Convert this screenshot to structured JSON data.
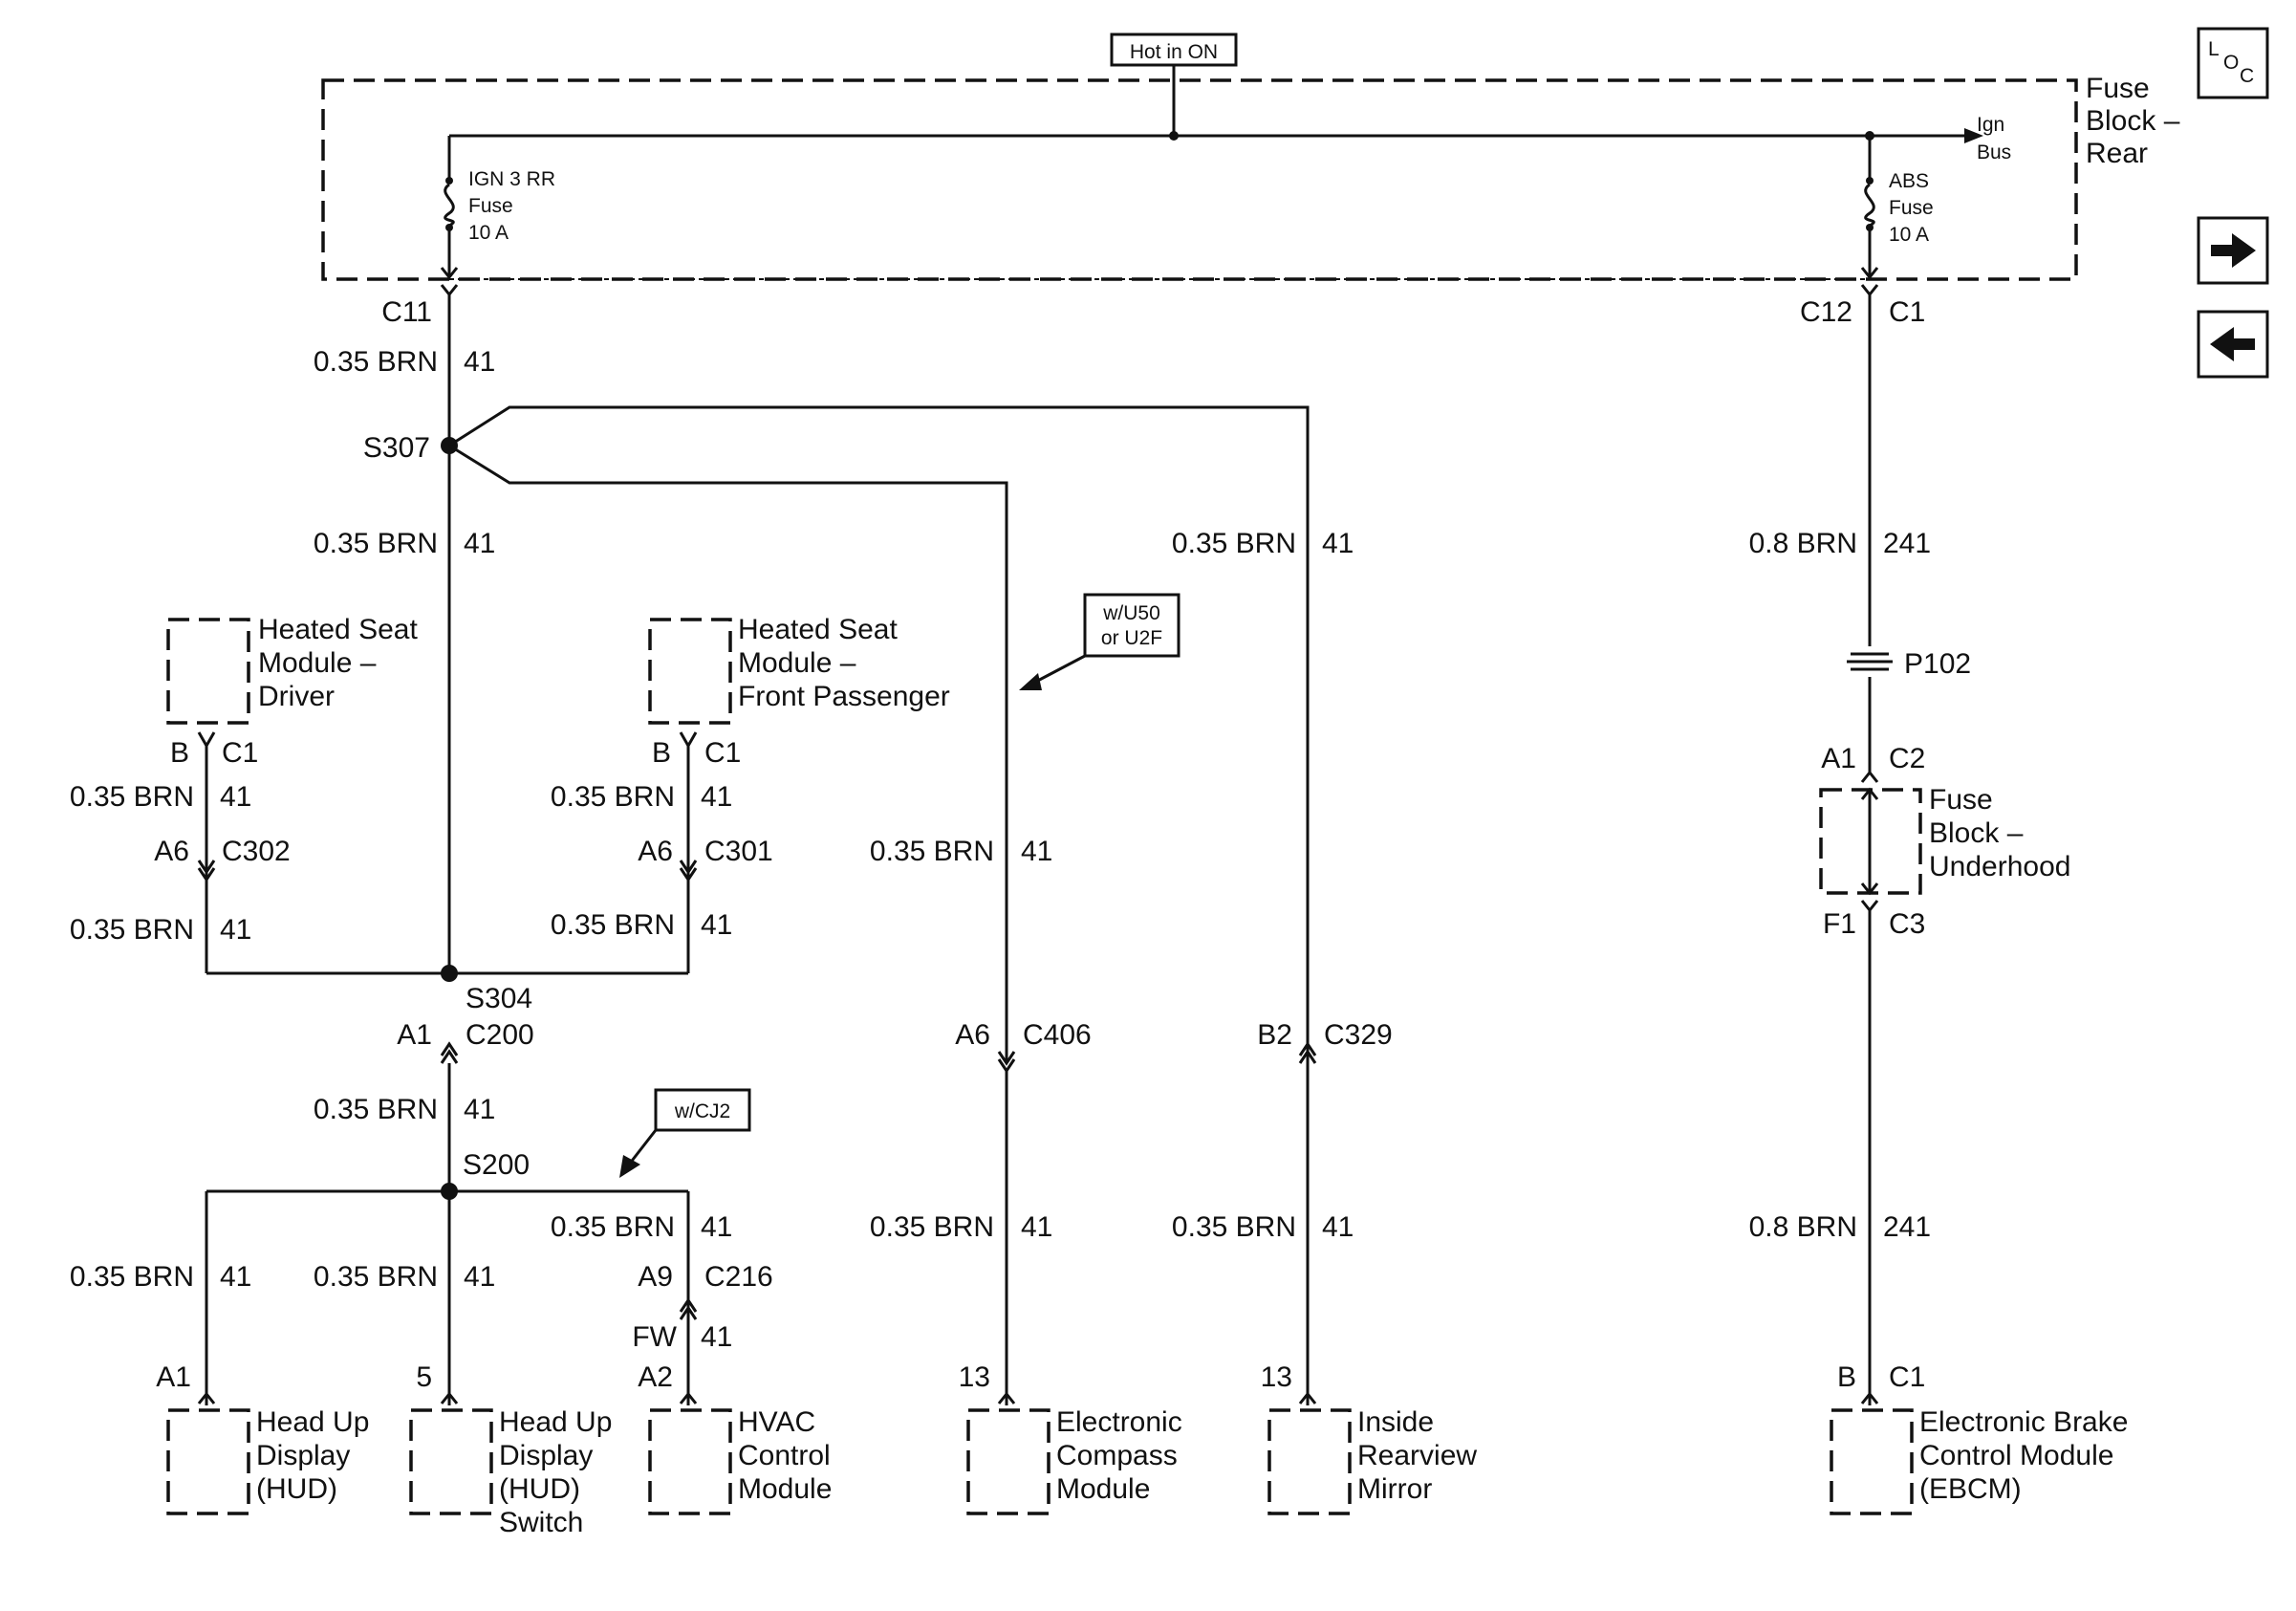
{
  "nav": {
    "loc_letters": [
      "L",
      "O",
      "C"
    ]
  },
  "fuse_block_rear": {
    "title_lines": [
      "Fuse",
      "Block –",
      "Rear"
    ],
    "hot_in_label": "Hot in ON",
    "ign_bus_lines": [
      "Ign",
      "Bus"
    ],
    "ign3_fuse_lines": [
      "IGN 3 RR",
      "Fuse",
      "10 A"
    ],
    "abs_fuse_lines": [
      "ABS",
      "Fuse",
      "10 A"
    ],
    "connector_left": "C11",
    "connector_right_a": "C12",
    "connector_right_b": "C1"
  },
  "wires": {
    "brn035": "0.35 BRN",
    "brn08": "0.8 BRN",
    "circuit_41": "41",
    "circuit_241": "241"
  },
  "splices": {
    "s307": "S307",
    "s304": "S304",
    "s200": "S200",
    "p102": "P102"
  },
  "options": {
    "u50": [
      "w/U50",
      "or U2F"
    ],
    "cj2": "w/CJ2"
  },
  "heated_seat_driver": {
    "name_lines": [
      "Heated Seat",
      "Module –",
      "Driver"
    ],
    "pin": "B",
    "conn": "C1",
    "pin2": "A6",
    "conn2": "C302"
  },
  "heated_seat_passenger": {
    "name_lines": [
      "Heated Seat",
      "Module –",
      "Front Passenger"
    ],
    "pin": "B",
    "conn": "C1",
    "pin2": "A6",
    "conn2": "C301"
  },
  "c200": {
    "pin": "A1",
    "conn": "C200"
  },
  "c406": {
    "pin": "A6",
    "conn": "C406"
  },
  "c329": {
    "pin": "B2",
    "conn": "C329"
  },
  "c216": {
    "pin": "A9",
    "conn": "C216",
    "fw_label": "FW"
  },
  "fuse_block_underhood": {
    "name_lines": [
      "Fuse",
      "Block –",
      "Underhood"
    ],
    "pin_top": "A1",
    "conn_top": "C2",
    "pin_bottom": "F1",
    "conn_bottom": "C3"
  },
  "components": {
    "hud": {
      "pin": "A1",
      "name_lines": [
        "Head Up",
        "Display",
        "(HUD)"
      ]
    },
    "hud_switch": {
      "pin": "5",
      "name_lines": [
        "Head Up",
        "Display",
        "(HUD)",
        "Switch"
      ]
    },
    "hvac": {
      "pin": "A2",
      "name_lines": [
        "HVAC",
        "Control",
        "Module"
      ]
    },
    "compass": {
      "pin": "13",
      "name_lines": [
        "Electronic",
        "Compass",
        "Module"
      ]
    },
    "mirror": {
      "pin": "13",
      "name_lines": [
        "Inside",
        "Rearview",
        "Mirror"
      ]
    },
    "ebcm": {
      "pin": "B",
      "conn": "C1",
      "name_lines": [
        "Electronic Brake",
        "Control Module",
        "(EBCM)"
      ]
    }
  }
}
